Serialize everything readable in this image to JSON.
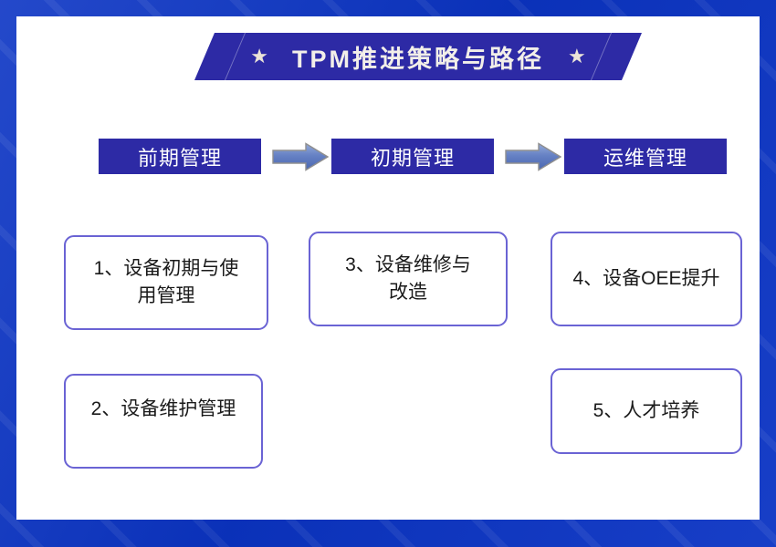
{
  "theme": {
    "frame_blue": "#0b34c4",
    "banner_purple": "#2d2aa5",
    "card_border": "#6a63d4",
    "arrow_fill": "#5b76bd",
    "arrow_stroke": "#9a9a9a",
    "canvas_white": "#ffffff",
    "text_dark": "#1a1a1a",
    "star_cream": "#ebe4d8"
  },
  "banner": {
    "title": "TPM推进策略与路径",
    "star_left": "★",
    "star_right": "★"
  },
  "stages": [
    {
      "label": "前期管理"
    },
    {
      "label": "初期管理"
    },
    {
      "label": "运维管理"
    }
  ],
  "arrows": [
    {
      "name": "arrow-stage1-to-stage2"
    },
    {
      "name": "arrow-stage2-to-stage3"
    }
  ],
  "cards": [
    {
      "id": "card-1",
      "number": "1",
      "text": "1、设备初期与使\n用管理"
    },
    {
      "id": "card-2",
      "number": "2",
      "text": "2、设备维护管理"
    },
    {
      "id": "card-3",
      "number": "3",
      "text": "3、设备维修与\n改造"
    },
    {
      "id": "card-4",
      "number": "4",
      "text": "4、设备OEE提升"
    },
    {
      "id": "card-5",
      "number": "5",
      "text": "5、人才培养"
    }
  ]
}
